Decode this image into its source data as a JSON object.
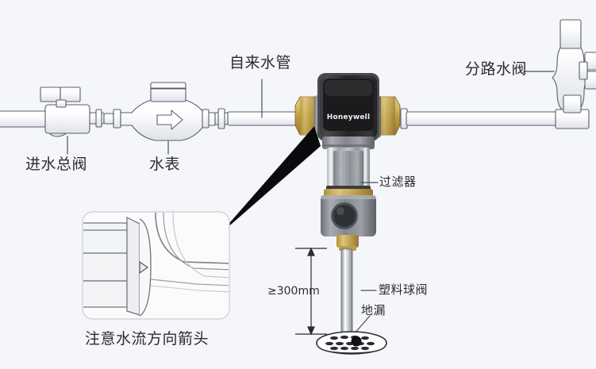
{
  "diagram": {
    "title": "Honeywell pre-filter water line installation diagram",
    "background_color": "#f5f6fa",
    "line_color": "#5a5f6a",
    "text_color": "#2b2b33",
    "brass_color": "#c9a84c",
    "body_dark_color": "#2a2a2c",
    "body_gray_color": "#8c8f93"
  },
  "labels": {
    "mains_valve": "进水总阀",
    "water_meter": "水表",
    "tap_water_pipe": "自来水管",
    "branch_valve": "分路水阀",
    "filter": "过滤器",
    "min_height": "≥300mm",
    "plastic_ball_valve": "塑料球阀",
    "floor_drain": "地漏",
    "inset_caption": "注意水流方向箭头"
  },
  "device": {
    "brand": "Honeywell"
  },
  "icons": {
    "flow_arrow": "flow-arrow-icon",
    "meter_arrow": "meter-direction-arrow-icon",
    "dimension_arrow": "dimension-arrow-icon",
    "pointer_wedge": "callout-pointer-icon",
    "floor_drain": "floor-drain-icon"
  }
}
